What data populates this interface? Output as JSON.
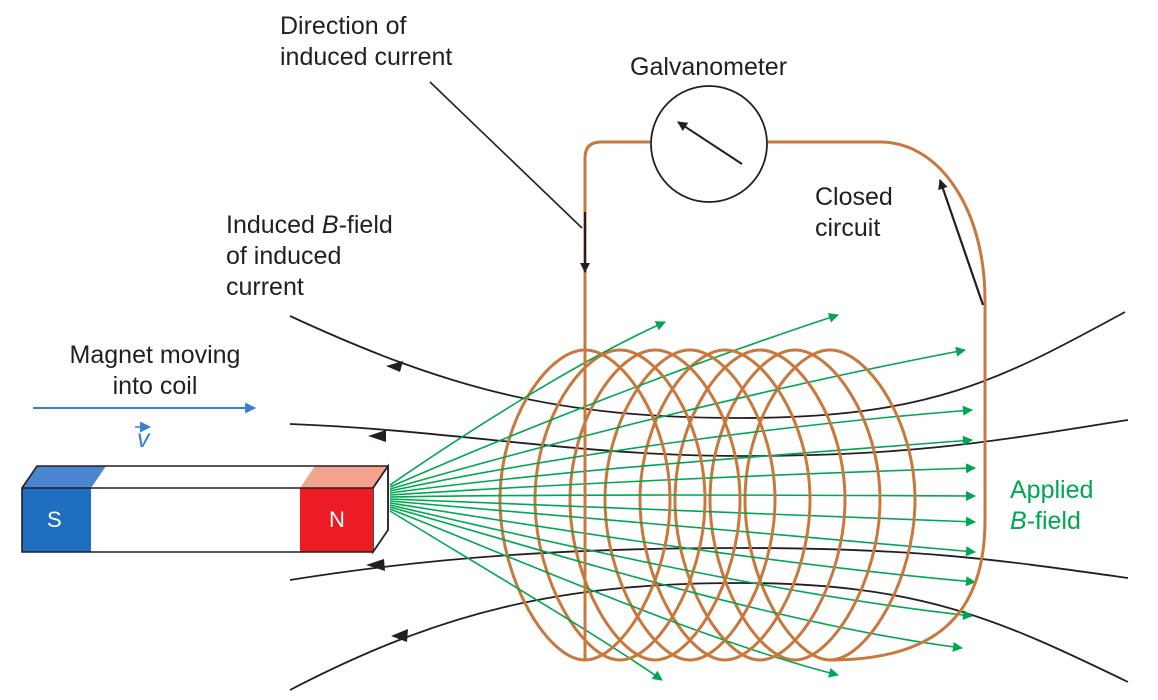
{
  "labels": {
    "direction_line1": "Direction of",
    "direction_line2": "induced current",
    "galvanometer": "Galvanometer",
    "closed_line1": "Closed",
    "closed_line2": "circuit",
    "induced_line1_a": "Induced ",
    "induced_line1_b": "B",
    "induced_line1_c": "-field",
    "induced_line2": "of induced",
    "induced_line3": "current",
    "magnet_line1": "Magnet moving",
    "magnet_line2": "into coil",
    "velocity": "v",
    "applied_line1": "Applied",
    "applied_line2_a": "B",
    "applied_line2_b": "-field",
    "pole_s": "S",
    "pole_n": "N"
  },
  "colors": {
    "coil": "#c8783c",
    "applied_field": "#00a651",
    "induced_field": "#231f20",
    "velocity_arrow": "#3b7fd0",
    "magnet_s": "#1e6fc0",
    "magnet_s_top": "#4a86cf",
    "magnet_n": "#ed1c24",
    "magnet_n_top": "#f4a38c"
  }
}
